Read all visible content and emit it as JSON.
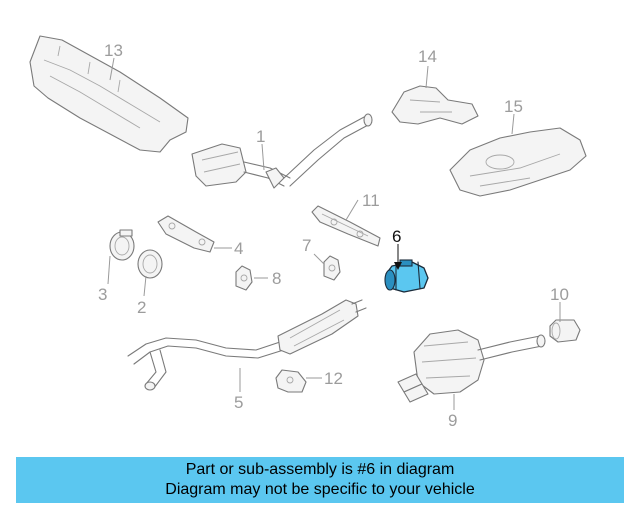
{
  "diagram": {
    "highlight_color": "#5bc7f0",
    "callouts": [
      {
        "id": "1",
        "label": "1"
      },
      {
        "id": "2",
        "label": "2"
      },
      {
        "id": "3",
        "label": "3"
      },
      {
        "id": "4",
        "label": "4"
      },
      {
        "id": "5",
        "label": "5"
      },
      {
        "id": "6",
        "label": "6"
      },
      {
        "id": "7",
        "label": "7"
      },
      {
        "id": "8",
        "label": "8"
      },
      {
        "id": "9",
        "label": "9"
      },
      {
        "id": "10",
        "label": "10"
      },
      {
        "id": "11",
        "label": "11"
      },
      {
        "id": "12",
        "label": "12"
      },
      {
        "id": "13",
        "label": "13"
      },
      {
        "id": "14",
        "label": "14"
      },
      {
        "id": "15",
        "label": "15"
      }
    ],
    "highlighted_part": "6"
  },
  "banner": {
    "line1": "Part or sub-assembly is #6 in diagram",
    "line2": "Diagram may not be specific to your vehicle",
    "color": "#5bc7f0"
  }
}
